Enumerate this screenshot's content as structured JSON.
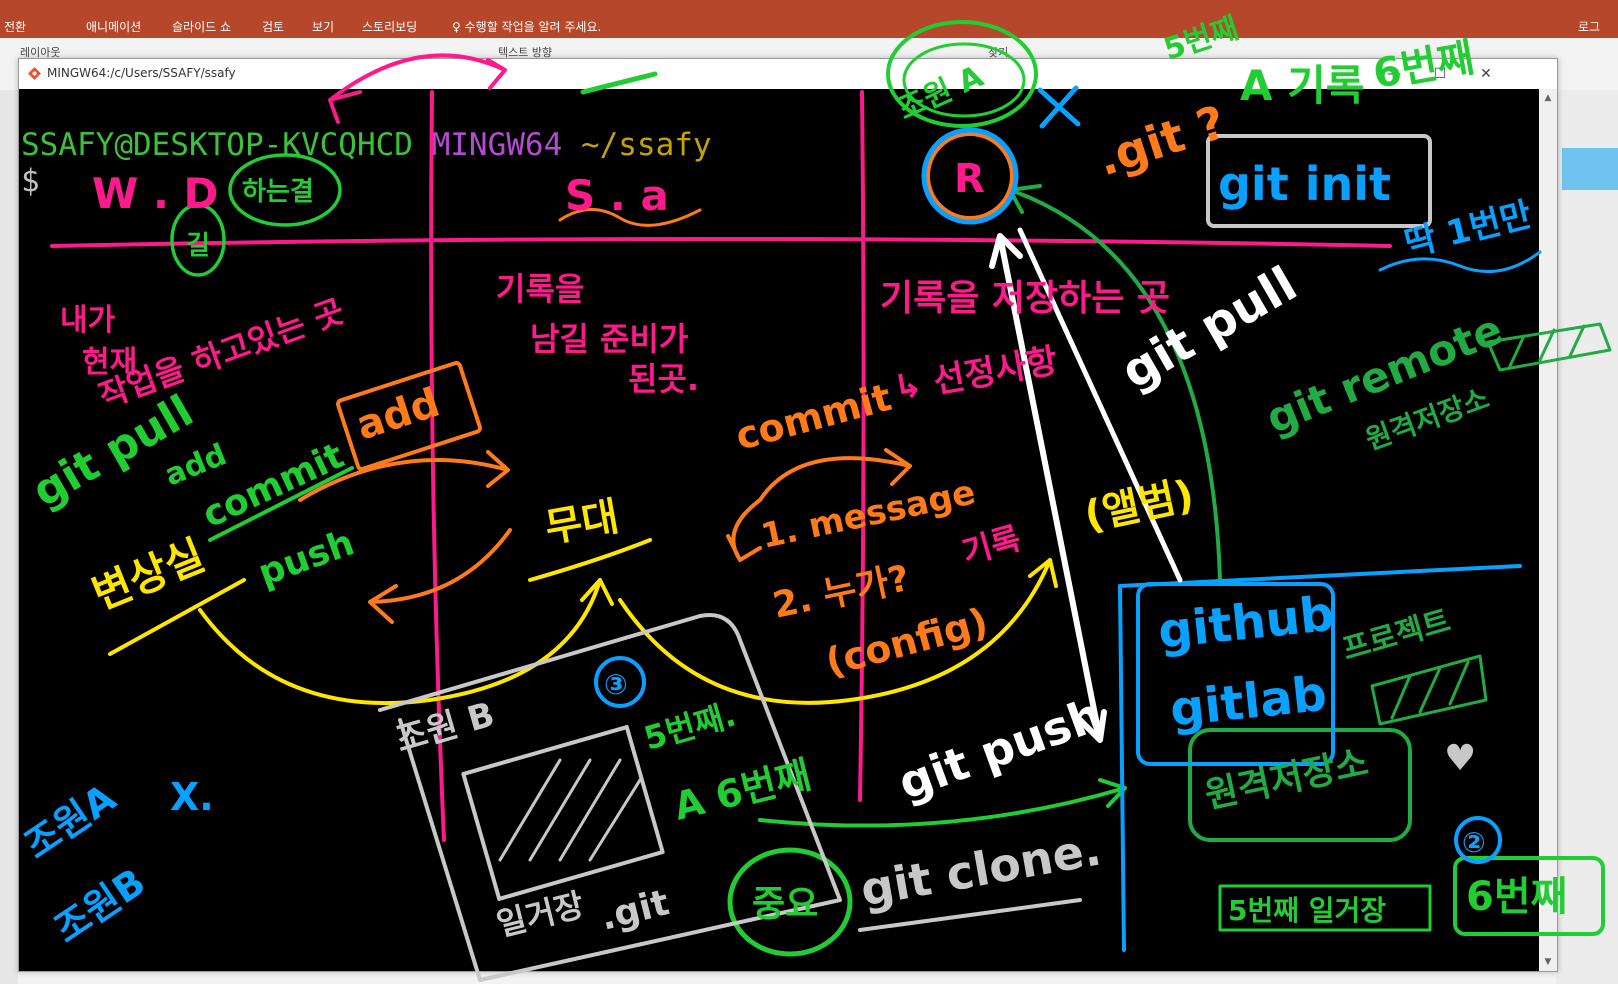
{
  "ribbon": {
    "tabs": [
      "전환",
      "애니메이션",
      "슬라이드 쇼",
      "검토",
      "보기",
      "스토리보딩"
    ],
    "tell_me": "수행할 작업을 알려 주세요.",
    "layout_label": "레이아웃",
    "text_direction_label": "텍스트 방향",
    "find_label": "찾기",
    "signin_label": "로그"
  },
  "window": {
    "title": "MINGW64:/c/Users/SSAFY/ssafy",
    "minimize": "—",
    "maximize": "☐",
    "close": "✕"
  },
  "terminal": {
    "prompt_user_host": "SSAFY@DESKTOP-KVCQHCD",
    "prompt_shell": "MINGW64",
    "prompt_path": "~/ssafy",
    "prompt_symbol": "$"
  },
  "annotations": {
    "wd": "W . D",
    "wd_sub1": "길",
    "wd_sub2": "하는결",
    "sa": "S . a",
    "working_desc": [
      "내가",
      "현재",
      "작업을 하고있는 곳"
    ],
    "staging_desc": [
      "기록을",
      "남길 준비가",
      "된곳."
    ],
    "repo_desc": "기록을 저장하는 곳",
    "git_pull_left": "git pull",
    "add_small": "add",
    "add_box": "add",
    "commit_left": "commit",
    "push_left": "push",
    "brokers": "변상실",
    "stage_word": "무대",
    "commit_mid": "commit",
    "message": "1. message",
    "who": "2. 누가?",
    "config": "(config)",
    "record": "기록",
    "album": "(앨범)",
    "options": "↳ 선정사항",
    "repo_letter": "R",
    "git_question": ".git ?",
    "git_init": "git init",
    "once": "딱 1번만",
    "git_pull_right": "git pull",
    "git_remote": "git remote",
    "remote_store": "원격저장소",
    "team_a": "조원 A",
    "fifth_top": "5번째",
    "a_record": "A 기록",
    "sixth_top": "6번째",
    "github": "github",
    "gitlab": "gitlab",
    "project": "프로젝트",
    "remote_store_box": "원격저장소",
    "git_push": "git push",
    "team_b": "조원 B",
    "fifth_mid": "5번째.",
    "a_sixth": "A 6번째",
    "local_store": "일거장",
    "dot_git": ".git",
    "important": "중요",
    "git_clone": "git clone.",
    "team_ab_a": "조원A",
    "team_ab_b": "조원B",
    "team_ab_x": "X.",
    "circle_three": "③",
    "circle_two": "②",
    "fifth_get": "5번째 일거장",
    "sixth_bottom": "6번째"
  },
  "colors": {
    "ribbon": "#b7472a",
    "terminal_bg": "#000000",
    "prompt_green": "#3bc13b",
    "prompt_magenta": "#b44bd1",
    "prompt_yellow": "#c5a300",
    "ink_magenta": "#ff1a8c",
    "ink_green": "#22cc33",
    "ink_orange": "#ff7a1a",
    "ink_yellow": "#ffe600",
    "ink_blue": "#0aa0ff",
    "ink_gray": "#c8c8c8",
    "ink_white": "#ffffff"
  }
}
